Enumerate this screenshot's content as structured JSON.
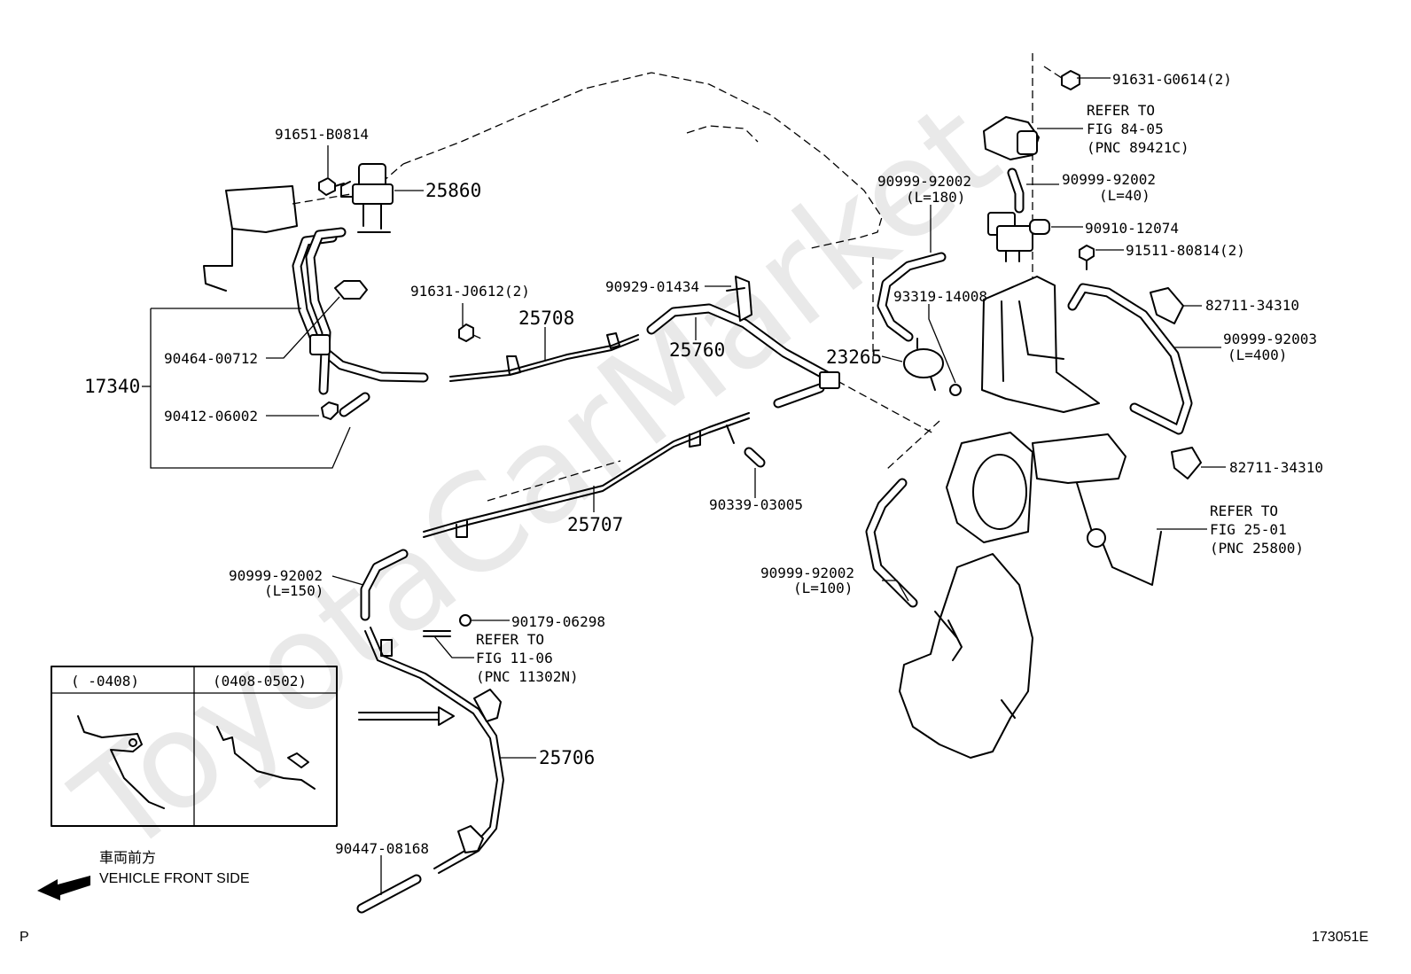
{
  "watermark": "ToyotaCarMarket",
  "corner": {
    "left": "P",
    "right": "173051E"
  },
  "front": {
    "jp": "車両前方",
    "en": "VEHICLE FRONT SIDE"
  },
  "inset": {
    "col1": "(    -0408)",
    "col2": "(0408-0502)"
  },
  "labels": {
    "p91651": "91651-B0814",
    "p25860": "25860",
    "p17340": "17340",
    "p90464": "90464-00712",
    "p90412": "90412-06002",
    "p91631j": "91631-J0612(2)",
    "p25708": "25708",
    "p90929": "90929-01434",
    "p25760": "25760",
    "p25707": "25707",
    "p90339": "90339-03005",
    "p90999_150": "90999-92002",
    "p90999_150_len": "(L=150)",
    "p90179": "90179-06298",
    "refer1106_a": "REFER TO",
    "refer1106_b": "FIG 11-06",
    "refer1106_c": "(PNC 11302N)",
    "p25706": "25706",
    "p90447": "90447-08168",
    "p91631g": "91631-G0614(2)",
    "refer8405_a": "REFER TO",
    "refer8405_b": "FIG 84-05",
    "refer8405_c": "(PNC 89421C)",
    "p90999_180": "90999-92002",
    "p90999_180_len": "(L=180)",
    "p90999_40": "90999-92002",
    "p90999_40_len": "(L=40)",
    "p90910": "90910-12074",
    "p91511": "91511-80814(2)",
    "p93319": "93319-14008",
    "p23265": "23265",
    "p82711a": "82711-34310",
    "p90999_400": "90999-92003",
    "p90999_400_len": "(L=400)",
    "p82711b": "82711-34310",
    "refer2501_a": "REFER TO",
    "refer2501_b": "FIG 25-01",
    "refer2501_c": "(PNC 25800)",
    "p90999_100": "90999-92002",
    "p90999_100_len": "(L=100)"
  }
}
